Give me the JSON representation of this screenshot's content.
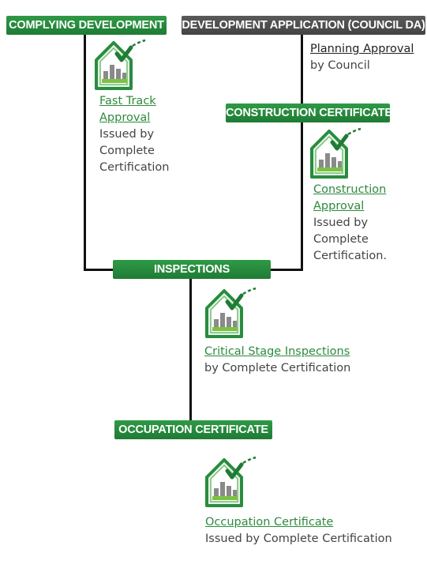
{
  "headers": {
    "complying": "COMPLYING DEVELOPMENT",
    "council_da": "DEVELOPMENT APPLICATION (COUNCIL DA)",
    "construction_certificate": "CONSTRUCTION CERTIFICATE",
    "inspections": "INSPECTIONS",
    "occupation_certificate": "OCCUPATION CERTIFICATE"
  },
  "planning": {
    "link": "Planning Approval",
    "sub": "by Council"
  },
  "fast_track": {
    "link1": "Fast Track",
    "link2": "Approval",
    "line1": "Issued by",
    "line2": "Complete",
    "line3": "Certification"
  },
  "construction": {
    "link1": "Construction",
    "link2": "Approval",
    "line1": "Issued by",
    "line2": "Complete",
    "line3": "Certification."
  },
  "critical": {
    "link": "Critical Stage Inspections",
    "sub": "by Complete Certification"
  },
  "occupation": {
    "link": "Occupation Certificate",
    "sub": "Issued by Complete Certification"
  },
  "colors": {
    "green": "#2a8c40",
    "grey": "#4d4d4d",
    "link_green": "#2e8a3c"
  },
  "icons": [
    "house-chart-check-icon",
    "house-chart-check-icon",
    "house-chart-check-icon",
    "house-chart-check-icon"
  ]
}
